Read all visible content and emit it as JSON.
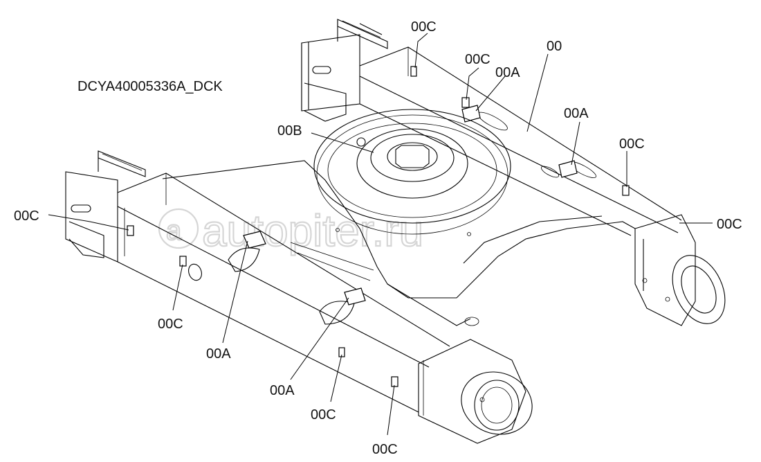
{
  "drawing": {
    "document_code": "DCYA40005336A_DCK",
    "watermark": "autopiter.ru",
    "labels": [
      {
        "id": "00C",
        "text": "00C"
      },
      {
        "id": "00C",
        "text": "00C"
      },
      {
        "id": "00A",
        "text": "00A"
      },
      {
        "id": "00",
        "text": "00"
      },
      {
        "id": "00B",
        "text": "00B"
      },
      {
        "id": "00A",
        "text": "00A"
      },
      {
        "id": "00C",
        "text": "00C"
      },
      {
        "id": "00C",
        "text": "00C"
      },
      {
        "id": "00C",
        "text": "00C"
      },
      {
        "id": "00C",
        "text": "00C"
      },
      {
        "id": "00A",
        "text": "00A"
      },
      {
        "id": "00A",
        "text": "00A"
      },
      {
        "id": "00C",
        "text": "00C"
      },
      {
        "id": "00C",
        "text": "00C"
      }
    ]
  }
}
